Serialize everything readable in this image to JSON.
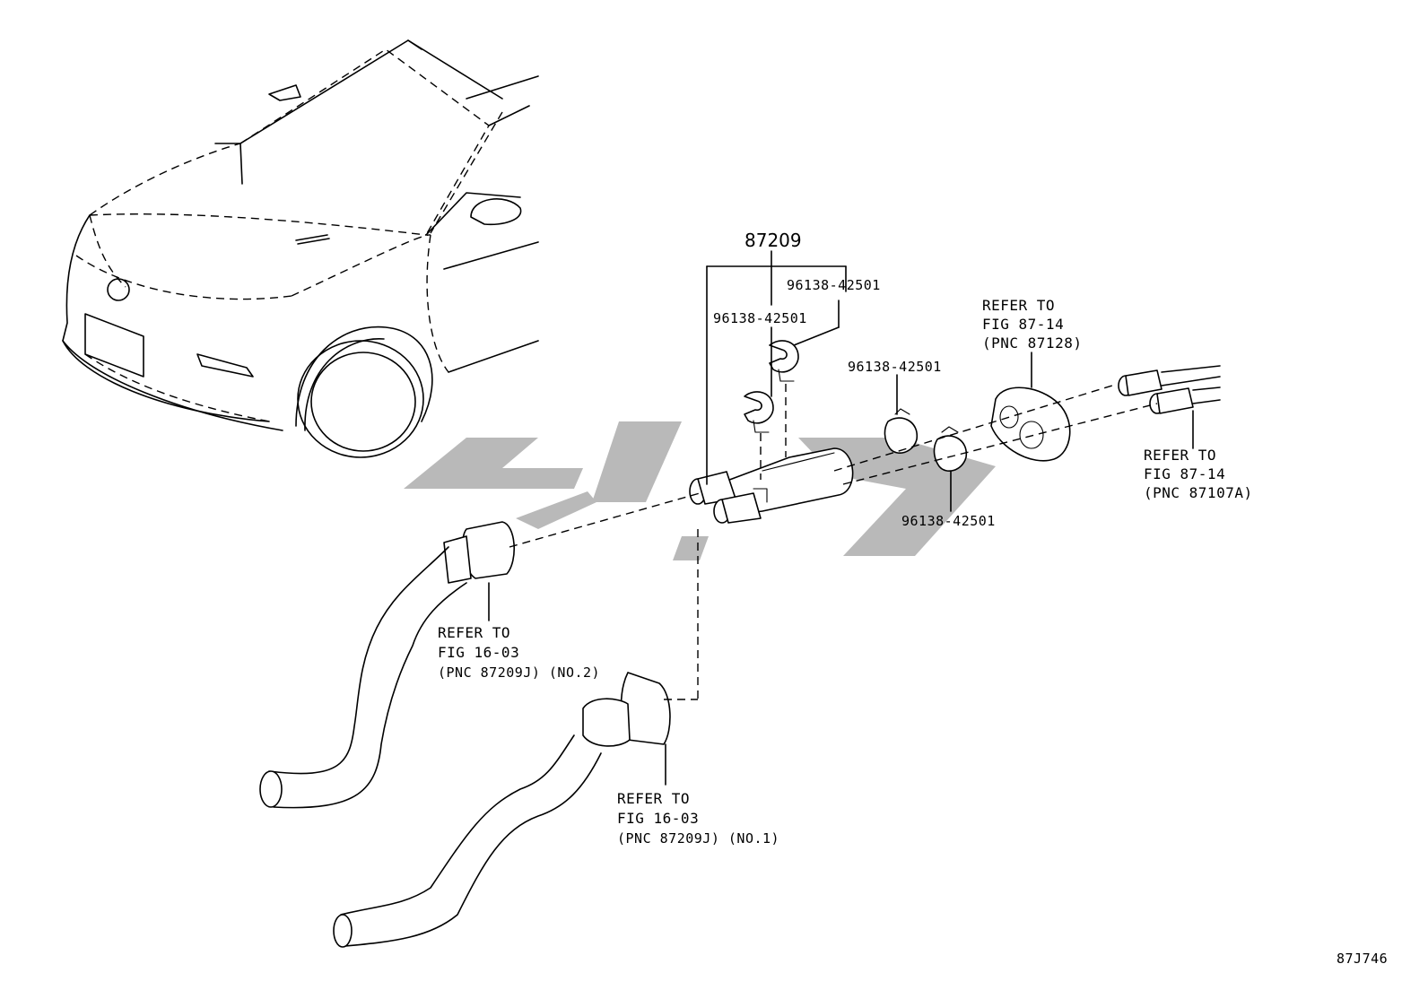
{
  "diagram": {
    "assembly_number": "87209",
    "parts": {
      "clamp_1": "96138-42501",
      "clamp_2": "96138-42501",
      "clamp_3": "96138-42501",
      "clamp_4": "96138-42501"
    },
    "references": {
      "grommet": {
        "line1": "REFER TO",
        "line2": "FIG 87-14",
        "line3": "(PNC 87128)"
      },
      "pipes": {
        "line1": "REFER TO",
        "line2": "FIG 87-14",
        "line3": "(PNC 87107A)"
      },
      "hose_no2": {
        "line1": "REFER TO",
        "line2": "FIG 16-03",
        "line3": "(PNC 87209J) (NO.2)"
      },
      "hose_no1": {
        "line1": "REFER TO",
        "line2": "FIG 16-03",
        "line3": "(PNC 87209J) (NO.1)"
      }
    },
    "figure_code": "87J746"
  }
}
